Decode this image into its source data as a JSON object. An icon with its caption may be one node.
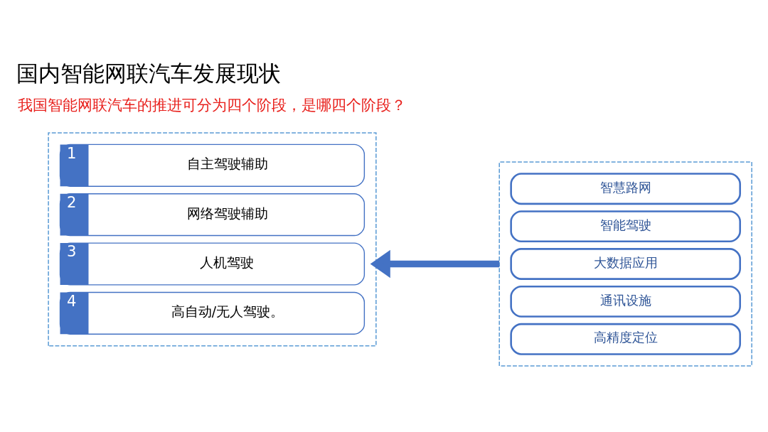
{
  "diagram": {
    "title": "国内智能网联汽车发展现状",
    "nodes": [
      {
        "text": [],
        "shape": "box"
      },
      {
        "text": [
          "1",
          "自主驾驶辅助"
        ],
        "in": 0
      },
      {
        "text": [
          "2",
          "网络驾驶辅助"
        ],
        "in": 0
      },
      {
        "text": [
          "3",
          "人机驾驶"
        ],
        "in": 0
      },
      {
        "text": [
          "4",
          "高自动/无人驾驶。"
        ],
        "in": 0
      },
      {
        "text": [],
        "shape": "box"
      },
      {
        "text": [
          "智慧路网"
        ],
        "in": 5
      },
      {
        "text": [
          "智能驾驶"
        ],
        "in": 5
      },
      {
        "text": [
          "大数据应用"
        ],
        "in": 5
      },
      {
        "text": [
          "通讯设施"
        ],
        "in": 5
      },
      {
        "text": [
          "高精度定位"
        ],
        "in": 5
      }
    ],
    "edges": [
      {
        "from": 5,
        "to": 0,
        "arrow": "to"
      }
    ],
    "labels": [
      "我国智能网联汽车的推进可分为四个阶段，是哪四个阶段？"
    ]
  }
}
